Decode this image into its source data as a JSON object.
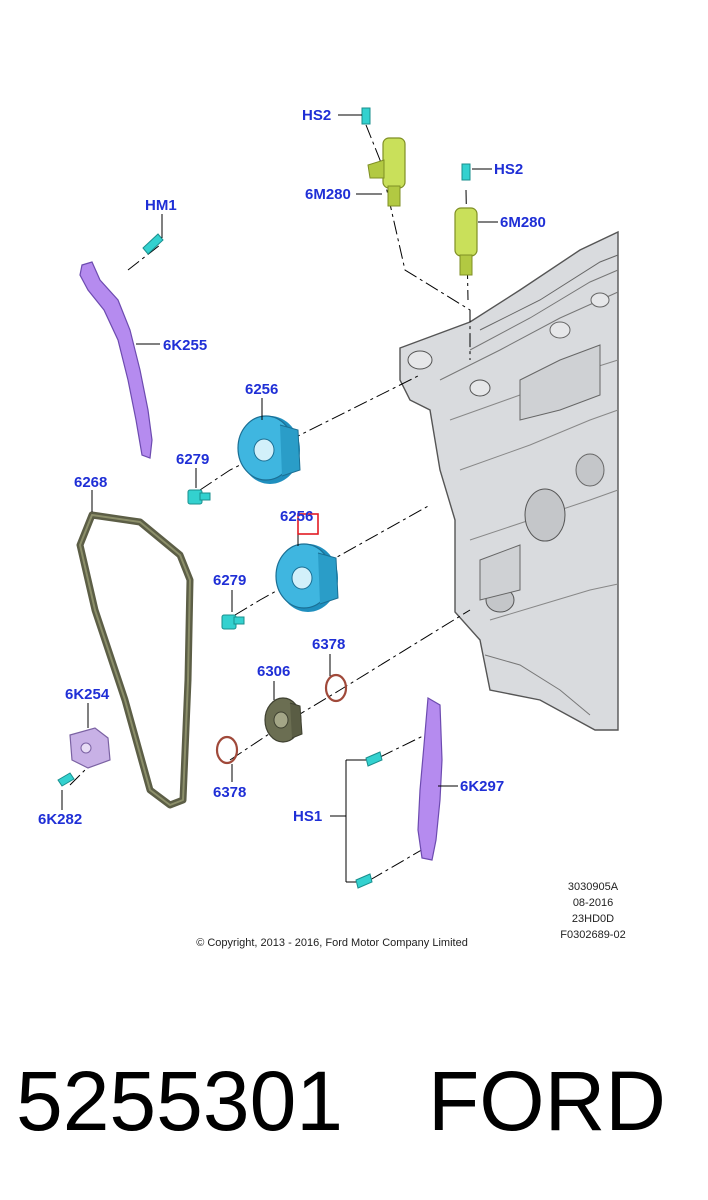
{
  "labels": {
    "hs2_a": "HS2",
    "hs2_b": "HS2",
    "solenoid_a": "6M280",
    "solenoid_b": "6M280",
    "hm1": "HM1",
    "guide_left": "6K255",
    "sprocket_a": "6256",
    "sprocket_b": "6256",
    "bolt_a": "6279",
    "bolt_b": "6279",
    "chain": "6268",
    "seal_a": "6378",
    "seal_b": "6378",
    "crank_gear": "6306",
    "tensioner": "6K254",
    "tensioner_bolt": "6K282",
    "guide_right": "6K297",
    "hs1": "HS1"
  },
  "meta": {
    "line1": "3030905A",
    "line2": "08-2016",
    "line3": "23HD0D",
    "line4": "F0302689-02"
  },
  "copyright": "© Copyright, 2013 - 2016, Ford Motor Company Limited",
  "part_number": "5255301",
  "brand": "FORD",
  "colors": {
    "callout_text": "#1f2fd6",
    "guide": "#b58bef",
    "sprocket": "#3fb6e0",
    "solenoid": "#c9e05a",
    "bolt": "#33d1cf",
    "chain": "#6b6e52",
    "seal": "#a0493a",
    "highlight": "#e31b23",
    "engine": "#d9dbde"
  }
}
